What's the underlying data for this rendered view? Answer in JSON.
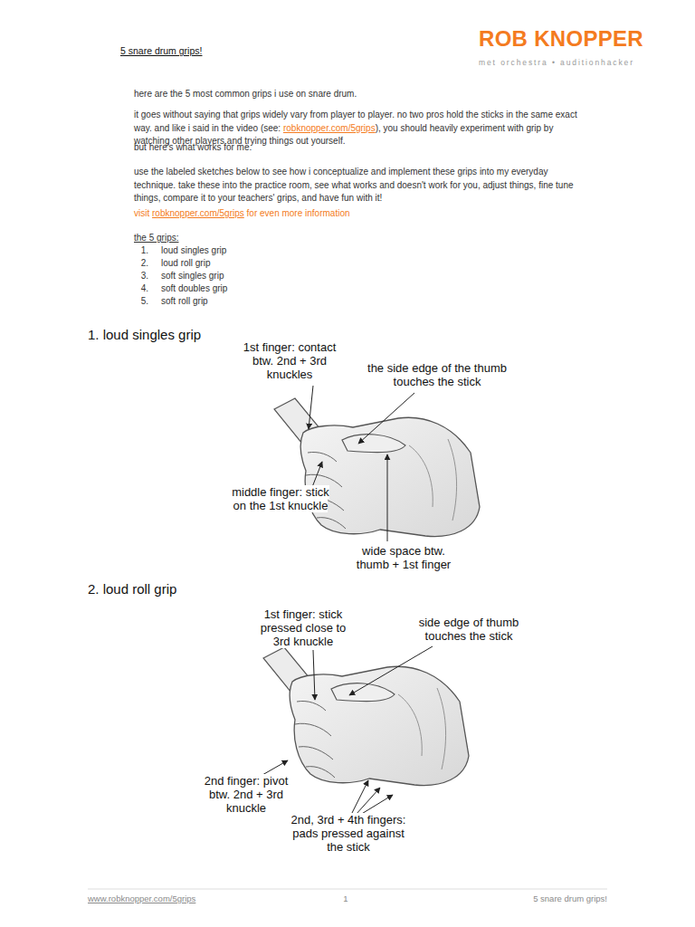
{
  "diagram": {
    "title": "5 snare drum grips!",
    "labels": [
      "ROB KNOPPER",
      "met orchestra • auditionhacker",
      "here are the 5 most common grips i use on snare drum.",
      "it goes without saying that grips widely vary from player to player. no two pros hold the sticks in the same exact way. and like i said in the video (see:",
      "robknopper.com/5grips",
      "), you should heavily experiment with grip by watching other players and trying things out yourself.",
      "but here's what works for me.",
      "use the labeled sketches below to see how i conceptualize and implement these grips into my everyday technique. take these into the practice room, see what works and doesn't work for you, adjust things, fine tune things, compare it to your teachers' grips, and have fun with it!",
      "visit",
      "robknopper.com/5grips",
      "for even more information",
      "the 5 grips:",
      "1.",
      "loud singles grip",
      "2.",
      "loud roll grip",
      "3.",
      "soft singles grip",
      "4.",
      "soft doubles grip",
      "5.",
      "soft roll grip",
      "1. loud singles grip",
      "1st finger: contact btw. 2nd + 3rd knuckles",
      "the side edge of the thumb touches the stick",
      "middle finger: stick on the 1st knuckle",
      "wide space btw. thumb + 1st finger",
      "2. loud roll grip",
      "1st finger: stick pressed close to 3rd knuckle",
      "side edge of thumb touches the stick",
      "2nd finger: pivot btw. 2nd + 3rd knuckle",
      "2nd, 3rd + 4th fingers: pads pressed against the stick",
      "www.robknopper.com/5grips",
      "1",
      "5 snare drum grips!"
    ]
  }
}
